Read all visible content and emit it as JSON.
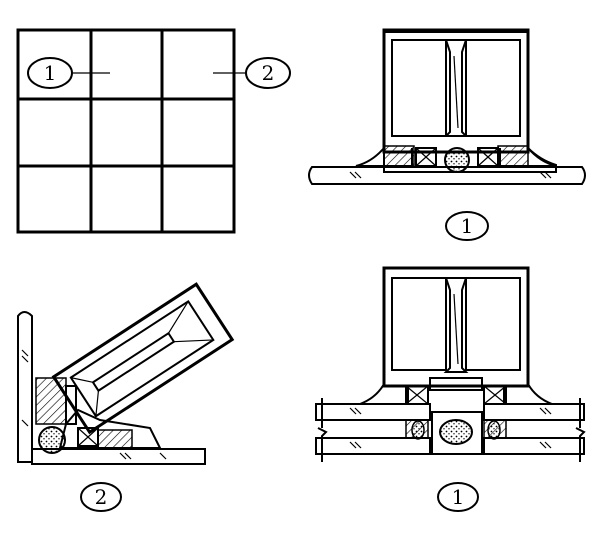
{
  "labels": {
    "grid_callout_1": "1",
    "grid_callout_2": "2",
    "top_right_caption": "1",
    "bottom_left_caption": "2",
    "bottom_right_caption": "1"
  }
}
